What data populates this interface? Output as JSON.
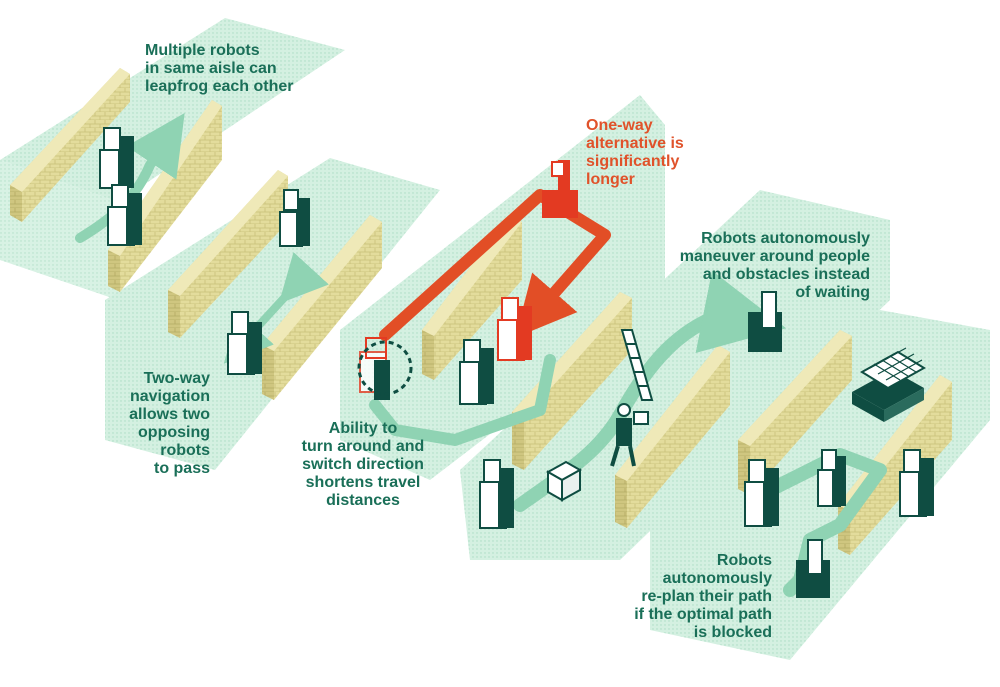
{
  "colors": {
    "text_green": "#1a6f58",
    "text_orange": "#e0522a",
    "floor": "#cfeedd",
    "wall_front": "#e3dc9c",
    "wall_side": "#c9c07a",
    "wall_top": "#efe9b8",
    "path_green": "#8fd3b3",
    "path_orange": "#e24e26",
    "robot_dark": "#0f4d42",
    "robot_white": "#ffffff",
    "robot_red": "#e33a22"
  },
  "icons": {
    "robot": "robot-icon",
    "person": "person-carrying-box-icon",
    "box": "box-obstacle-icon",
    "ladder": "ladder-obstacle-icon",
    "pallet": "pallet-blocker-icon",
    "turn_arrow": "rotate-arrow-icon"
  },
  "captions": {
    "leapfrog": "Multiple robots\nin same aisle can\nleapfrog each other",
    "two_way": "Two-way\nnavigation\nallows two\nopposing\nrobots\nto pass",
    "turn_around": "Ability to\nturn around and\nswitch direction\nshortens travel\ndistances",
    "one_way": "One-way\nalternative is\nsignificantly\nlonger",
    "maneuver": "Robots autonomously\nmaneuver around people\nand obstacles instead\nof waiting",
    "replan": "Robots\nautonomously\nre-plan their path\nif the optimal path\nis blocked"
  }
}
